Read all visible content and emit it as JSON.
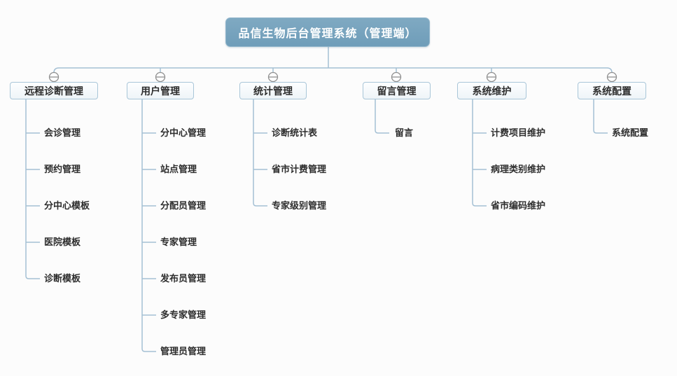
{
  "root": {
    "title": "品信生物后台管理系统（管理端）"
  },
  "branches": [
    {
      "label": "远程诊断管理",
      "children": [
        "会诊管理",
        "预约管理",
        "分中心模板",
        "医院模板",
        "诊断模板"
      ]
    },
    {
      "label": "用户管理",
      "children": [
        "分中心管理",
        "站点管理",
        "分配员管理",
        "专家管理",
        "发布员管理",
        "多专家管理",
        "管理员管理"
      ]
    },
    {
      "label": "统计管理",
      "children": [
        "诊断统计表",
        "省市计费管理",
        "专家级别管理"
      ]
    },
    {
      "label": "留言管理",
      "children": [
        "留言"
      ]
    },
    {
      "label": "系统维护",
      "children": [
        "计费项目维护",
        "病理类别维护",
        "省市编码维护"
      ]
    },
    {
      "label": "系统配置",
      "children": [
        "系统配置"
      ]
    }
  ],
  "icons": {
    "collapse_toggle": "minus-circle"
  },
  "colors": {
    "root_fill": "#76a2bd",
    "node_border": "#a9c6d8",
    "connector": "#a4c0d4",
    "toggle_stroke": "#8f8f8f",
    "text": "#2d2d2d"
  }
}
